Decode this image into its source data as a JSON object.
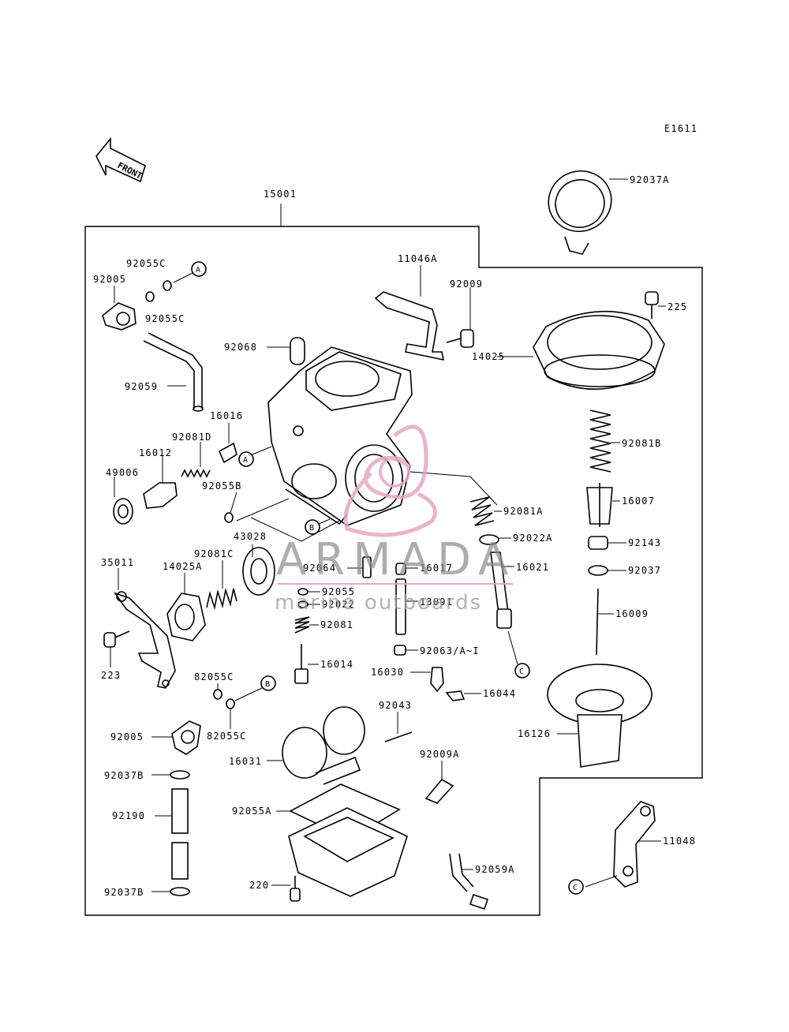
{
  "diagram": {
    "code": "E1611",
    "front_label": "FRONT",
    "assembly": "15001",
    "callouts": {
      "a": "A",
      "b": "B",
      "c": "C"
    },
    "labels": {
      "p92037A": "92037A",
      "p11046A": "11046A",
      "p92009": "92009",
      "p225": "225",
      "p14025": "14025",
      "p92055C_1": "92055C",
      "p92005_1": "92005",
      "p92055C_2": "92055C",
      "p92068": "92068",
      "p92059": "92059",
      "p16016": "16016",
      "p92081D": "92081D",
      "p16012": "16012",
      "p49006": "49006",
      "p92055B": "92055B",
      "p92081B": "92081B",
      "p16007": "16007",
      "p92081A": "92081A",
      "p92022A": "92022A",
      "p92143": "92143",
      "p16021": "16021",
      "p92037": "92037",
      "p16009": "16009",
      "p43028": "43028",
      "p35011": "35011",
      "p14025A": "14025A",
      "p92081C": "92081C",
      "p92064": "92064",
      "p16017": "16017",
      "p92055": "92055",
      "p92022": "92022",
      "p13091": "13091",
      "p92081": "92081",
      "p92063A": "92063/A~I",
      "p16014": "16014",
      "p16030": "16030",
      "p16044": "16044",
      "p223": "223",
      "p82055C_1": "82055C",
      "p82055C_2": "82055C",
      "p92005_2": "92005",
      "p92043": "92043",
      "p16126": "16126",
      "p16031": "16031",
      "p92009A": "92009A",
      "p92037B_1": "92037B",
      "p92190": "92190",
      "p92055A": "92055A",
      "p11048": "11048",
      "p92059A": "92059A",
      "p220": "220",
      "p92037B_2": "92037B"
    }
  },
  "watermark": {
    "brand": "ARMADA",
    "tagline": "marine outboards",
    "color_logo": "#e6a8c4",
    "color_text": "#9a9a9a"
  }
}
